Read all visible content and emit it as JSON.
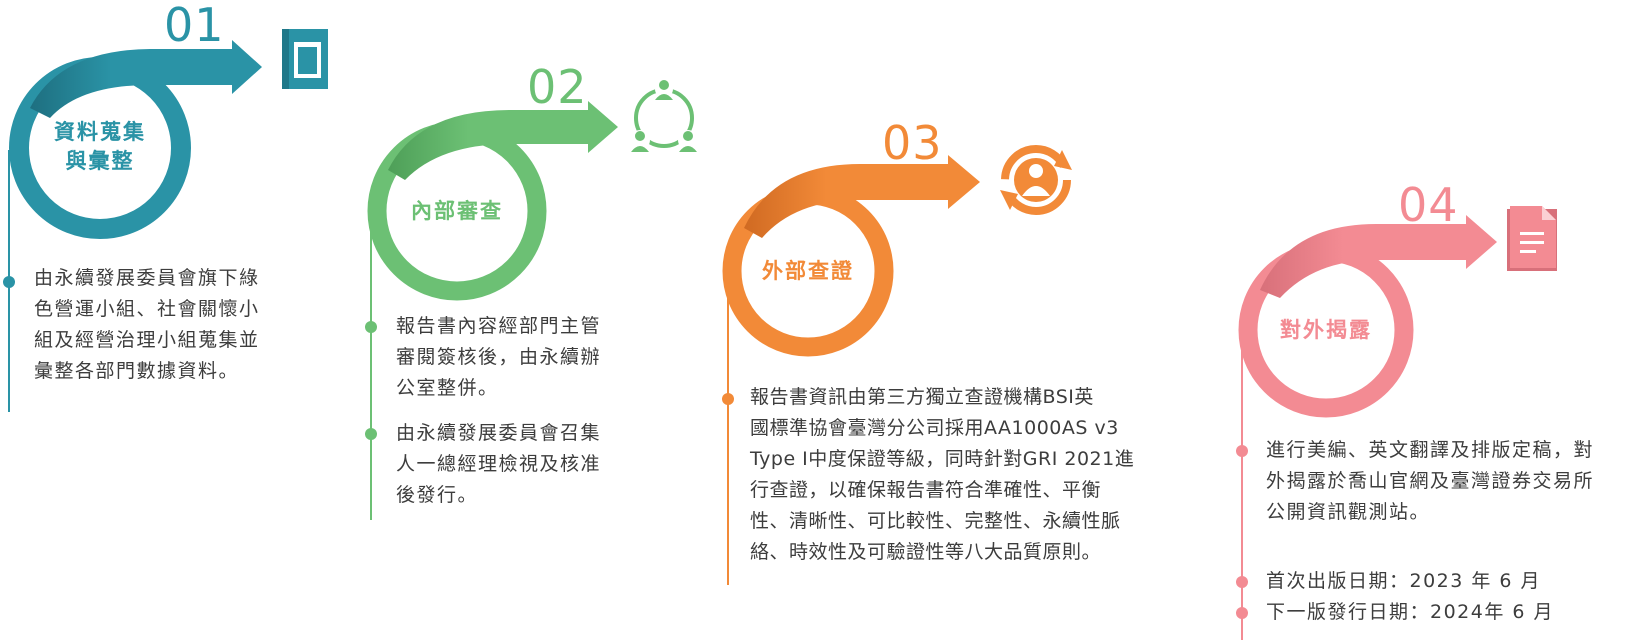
{
  "steps": [
    {
      "number": "01",
      "title_lines": [
        "資料蒐集",
        "與彙整"
      ],
      "icon": "book-icon",
      "color": "#2a93a6",
      "paragraphs": [
        [
          "由永續發展委員會旗下綠",
          "色營運小組、社會關懷小",
          "組及經營治理小組蒐集並",
          "彙整各部門數據資料。"
        ]
      ]
    },
    {
      "number": "02",
      "title_lines": [
        "內部審查"
      ],
      "icon": "people-cycle-icon",
      "color": "#6cc074",
      "paragraphs": [
        [
          "報告書內容經部門主管",
          "審閱簽核後，由永續辦",
          "公室整併。"
        ],
        [
          "由永續發展委員會召集",
          "人一總經理檢視及核准",
          "後發行。"
        ]
      ]
    },
    {
      "number": "03",
      "title_lines": [
        "外部查證"
      ],
      "icon": "verified-person-icon",
      "color": "#f28a38",
      "paragraphs": [
        [
          "報告書資訊由第三方獨立查證機構BSI英",
          "國標準協會臺灣分公司採用AA1000AS v3",
          "Type I中度保證等級，同時針對GRI 2021進",
          "行查證，以確保報告書符合準確性、平衡",
          "性、清晰性、可比較性、完整性、永續性脈",
          "絡、時效性及可驗證性等八大品質原則。"
        ]
      ]
    },
    {
      "number": "04",
      "title_lines": [
        "對外揭露"
      ],
      "icon": "document-icon",
      "color": "#f38b93",
      "paragraphs": [
        [
          "進行美編、英文翻譯及排版定稿，對",
          "外揭露於喬山官網及臺灣證券交易所",
          "公開資訊觀測站。"
        ],
        [
          "首次出版日期：2023 年 6 月"
        ],
        [
          "下一版發行日期：2024年 6 月"
        ]
      ]
    }
  ]
}
